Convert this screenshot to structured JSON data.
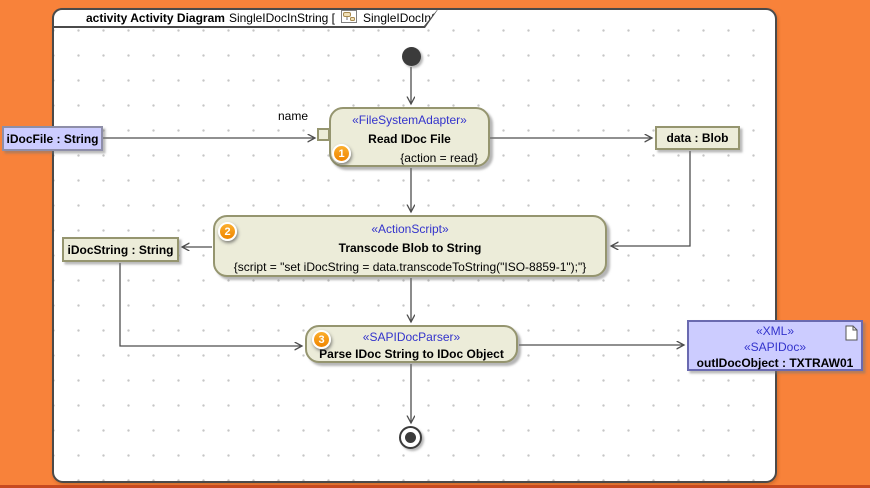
{
  "frame": {
    "title_keyword": "activity Activity Diagram",
    "title_name": "SingleIDocInString [",
    "title_ref": "SingleIDocInString ]"
  },
  "nodes": {
    "actions": [
      {
        "badge": "1",
        "stereotype": "«FileSystemAdapter»",
        "name": "Read IDoc File",
        "tag": "{action = read}"
      },
      {
        "badge": "2",
        "stereotype": "«ActionScript»",
        "name": "Transcode Blob to String",
        "tag": "{script = \"set iDocString = data.transcodeToString(\"ISO-8859-1\");\"}"
      },
      {
        "badge": "3",
        "stereotype": "«SAPIDocParser»",
        "name": "Parse IDoc String to IDoc Object"
      }
    ],
    "objects": [
      {
        "name": "iDocFile : String"
      },
      {
        "name": "data : Blob"
      },
      {
        "name": "iDocString : String"
      },
      {
        "stereotype1": "«XML»",
        "stereotype2": "«SAPIDoc»",
        "name": "outIDocObject : TXTRAW01"
      }
    ],
    "initial": "initial-node",
    "final": "activity-final-node"
  },
  "edges": [
    {
      "from": "initial",
      "to": "Read IDoc File"
    },
    {
      "from": "iDocFile : String",
      "to": "Read IDoc File",
      "label": "name"
    },
    {
      "from": "Read IDoc File",
      "to": "data : Blob"
    },
    {
      "from": "Read IDoc File",
      "to": "Transcode Blob to String"
    },
    {
      "from": "data : Blob",
      "to": "Transcode Blob to String"
    },
    {
      "from": "Transcode Blob to String",
      "to": "iDocString : String"
    },
    {
      "from": "Transcode Blob to String",
      "to": "Parse IDoc String to IDoc Object"
    },
    {
      "from": "iDocString : String",
      "to": "Parse IDoc String to IDoc Object"
    },
    {
      "from": "Parse IDoc String to IDoc Object",
      "to": "outIDocObject : TXTRAW01"
    },
    {
      "from": "Parse IDoc String to IDoc Object",
      "to": "final"
    }
  ],
  "colors": {
    "background_orange": "#F8823A",
    "action_fill": "#ECECD9",
    "action_border": "#95956F",
    "object_fill": "#CCCCFF",
    "stereotype_text": "#3333CC",
    "badge_orange": "#F18A05",
    "edge_line": "#4D4D4D"
  }
}
